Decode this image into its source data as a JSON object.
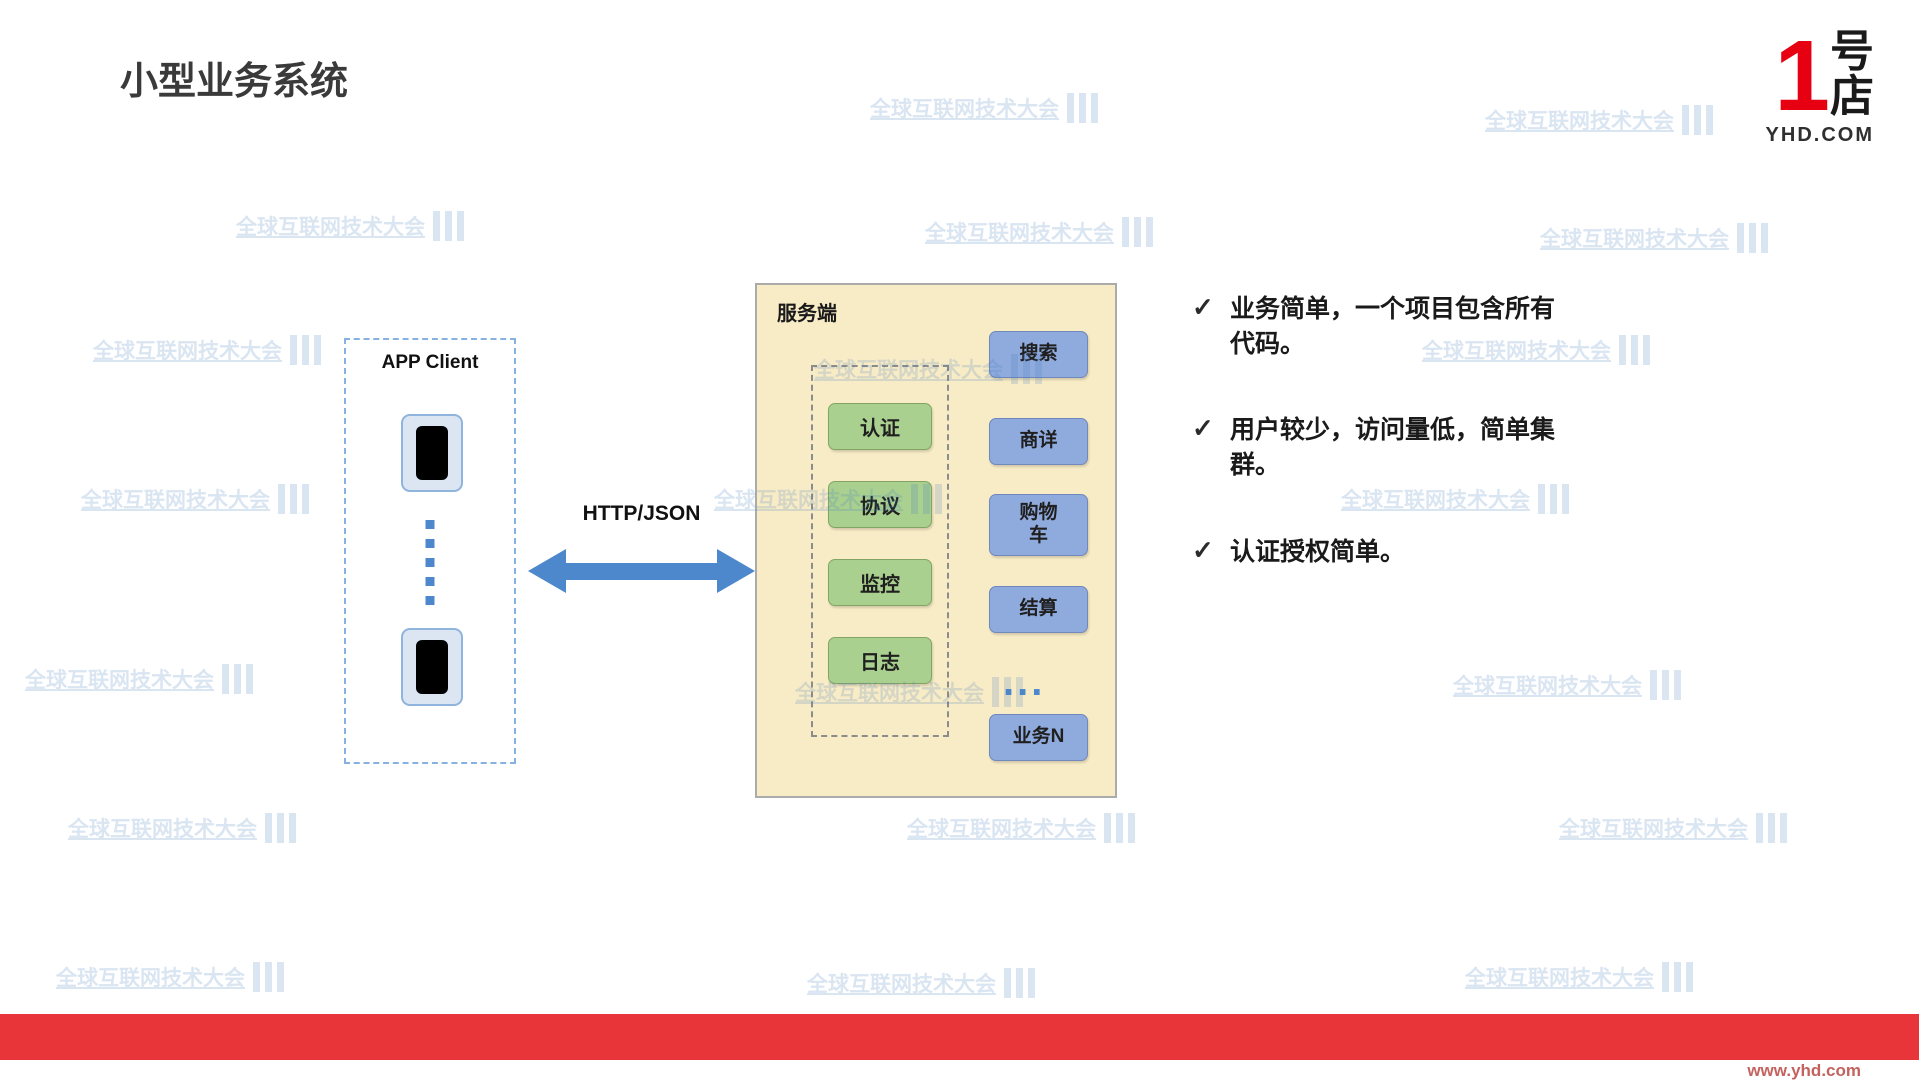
{
  "slide": {
    "title": "小型业务系统",
    "logo": {
      "number": "1",
      "char_top": "号",
      "char_bottom": "店",
      "domain": "YHD.COM"
    },
    "footer_url": "www.yhd.com"
  },
  "client": {
    "label": "APP Client"
  },
  "connection": {
    "label": "HTTP/JSON"
  },
  "server": {
    "label": "服务端",
    "infra_modules": [
      "认证",
      "协议",
      "监控",
      "日志"
    ],
    "business_modules": [
      "搜索",
      "商详",
      "购物车",
      "结算",
      "业务N"
    ],
    "ellipsis": "..."
  },
  "bullets": [
    {
      "marker": "✓",
      "text": "业务简单，一个项目包含所有代码。"
    },
    {
      "marker": "✓",
      "text": "用户较少，访问量低，简单集群。"
    },
    {
      "marker": "✓",
      "text": "认证授权简单。"
    }
  ],
  "watermark": {
    "text": "全球互联网技术大会"
  }
}
